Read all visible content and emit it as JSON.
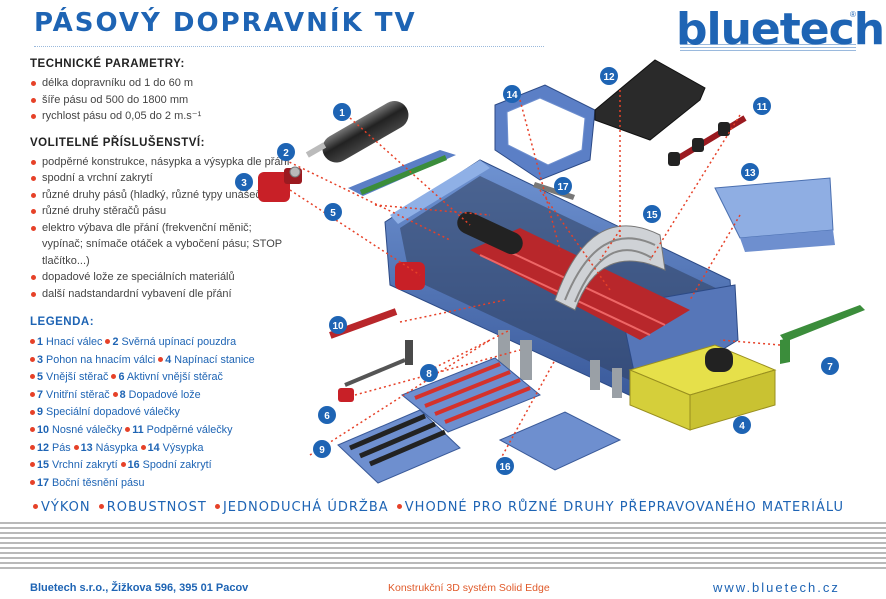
{
  "title": "PÁSOVÝ DOPRAVNÍK TV",
  "logo": "bluetech",
  "logo_reg": "®",
  "params": {
    "heading": "TECHNICKÉ PARAMETRY:",
    "items": [
      "délka dopravníku od 1 do 60 m",
      "šíře pásu od 500 do 1800 mm",
      "rychlost pásu od 0,05 do 2 m.s⁻¹"
    ]
  },
  "accessories": {
    "heading": "VOLITELNÉ PŘÍSLUŠENSTVÍ:",
    "items": [
      "podpěrné konstrukce, násypka a výsypka dle přání",
      "spodní a vrchní zakrytí",
      "různé druhy pásů (hladký, různé typy unášečů)",
      "různé druhy stěračů pásu",
      "elektro výbava dle přání (frekvenční měnič; vypínač; snímače otáček a vybočení pásu; STOP tlačítko...)",
      "dopadové lože ze speciálních materiálů",
      "další nadstandardní vybavení dle přání"
    ]
  },
  "legend": {
    "heading": "LEGENDA:",
    "items": [
      {
        "n": "1",
        "t": "Hnací válec"
      },
      {
        "n": "2",
        "t": "Svěrná upínací pouzdra"
      },
      {
        "n": "3",
        "t": "Pohon na hnacím válci"
      },
      {
        "n": "4",
        "t": "Napínací stanice"
      },
      {
        "n": "5",
        "t": "Vnější stěrač"
      },
      {
        "n": "6",
        "t": "Aktivní vnější stěrač"
      },
      {
        "n": "7",
        "t": "Vnitřní stěrač"
      },
      {
        "n": "8",
        "t": "Dopadové lože"
      },
      {
        "n": "9",
        "t": "Speciální dopadové válečky"
      },
      {
        "n": "10",
        "t": "Nosné válečky"
      },
      {
        "n": "11",
        "t": "Podpěrné válečky"
      },
      {
        "n": "12",
        "t": "Pás"
      },
      {
        "n": "13",
        "t": "Násypka"
      },
      {
        "n": "14",
        "t": "Výsypka"
      },
      {
        "n": "15",
        "t": "Vrchní zakrytí"
      },
      {
        "n": "16",
        "t": "Spodní zakrytí"
      },
      {
        "n": "17",
        "t": "Boční těsnění pásu"
      }
    ]
  },
  "diagram_labels": [
    "1",
    "2",
    "3",
    "4",
    "5",
    "6",
    "7",
    "8",
    "9",
    "10",
    "11",
    "12",
    "13",
    "14",
    "15",
    "16",
    "17"
  ],
  "slogan": [
    "VÝKON",
    "ROBUSTNOST",
    "JEDNODUCHÁ ÚDRŽBA",
    "VHODNÉ PRO RŮZNÉ DRUHY PŘEPRAVOVANÉHO MATERIÁLU"
  ],
  "footer": {
    "company": "Bluetech s.r.o., Žižkova 596, 395 01 Pacov",
    "cad": "Konstrukční 3D systém Solid Edge",
    "web": "www.bluetech.cz"
  },
  "colors": {
    "brand_blue": "#1e64b4",
    "accent_red": "#e64128",
    "frame_blue": "#4a72b8",
    "yellow": "#d8d23a"
  }
}
